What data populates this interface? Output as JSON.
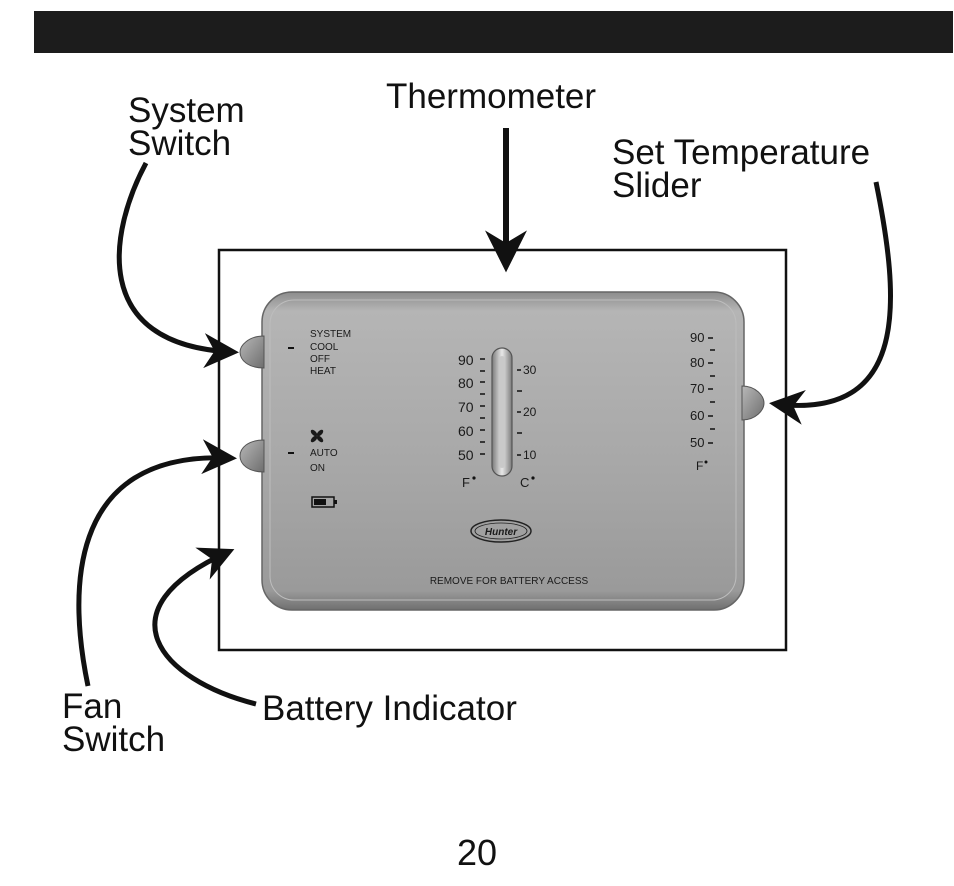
{
  "callouts": {
    "system_switch": [
      "System",
      "Switch"
    ],
    "thermometer": "Thermometer",
    "set_temperature_slider": [
      "Set Temperature",
      "Slider"
    ],
    "fan_switch": [
      "Fan",
      "Switch"
    ],
    "battery_indicator": "Battery Indicator"
  },
  "device": {
    "system_switch_labels": [
      "SYSTEM",
      "COOL",
      "OFF",
      "HEAT"
    ],
    "fan_switch_labels": [
      "AUTO",
      "ON"
    ],
    "thermometer_f_ticks": [
      "90",
      "80",
      "70",
      "60",
      "50"
    ],
    "thermometer_c_ticks": [
      "30",
      "20",
      "10"
    ],
    "unit_f": "F",
    "unit_c": "C",
    "set_temp_ticks": [
      "90",
      "80",
      "70",
      "60",
      "50"
    ],
    "set_temp_unit": "F",
    "brand": "Hunter",
    "footer_text": "REMOVE FOR BATTERY ACCESS",
    "body_color": "#a9a9a9",
    "icons": [
      "fan-icon",
      "battery-icon"
    ]
  },
  "page_number": "20"
}
